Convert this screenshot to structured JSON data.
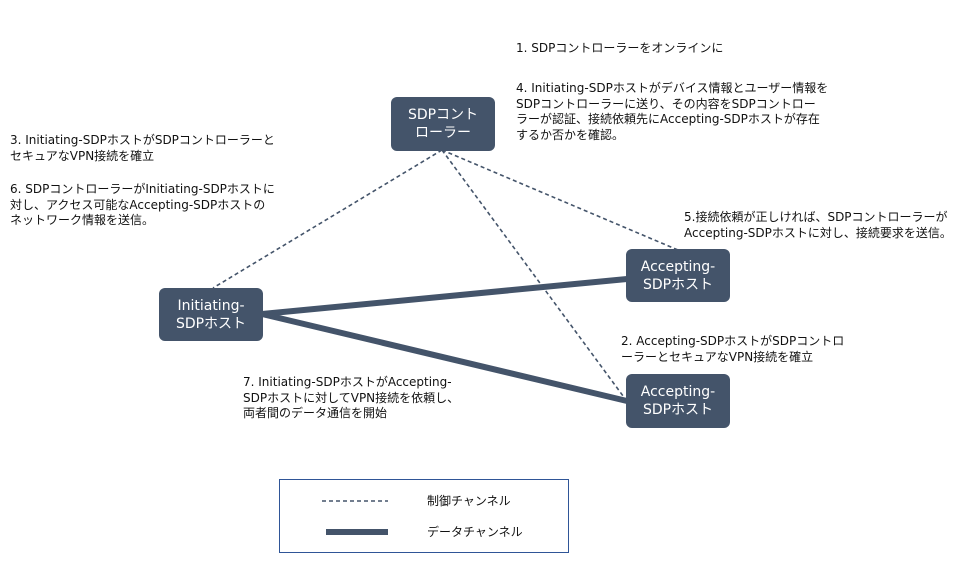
{
  "colors": {
    "node_fill": "#44546a",
    "line": "#44546a",
    "legend_border": "#2f5597"
  },
  "nodes": {
    "controller": "SDPコント\nローラー",
    "initiating": "Initiating-\nSDPホスト",
    "accepting_top": "Accepting-\nSDPホスト",
    "accepting_bottom": "Accepting-\nSDPホスト"
  },
  "notes": {
    "step1": "1. SDPコントローラーをオンラインに",
    "step4": "4. Initiating-SDPホストがデバイス情報とユーザー情報を\nSDPコントローラーに送り、その内容をSDPコントロー\nラーが認証、接続依頼先にAccepting-SDPホストが存在\nするか否かを確認。",
    "step3": "3. Initiating-SDPホストがSDPコントローラーと\nセキュアなVPN接続を確立",
    "step6": "6. SDPコントローラーがInitiating-SDPホストに\n対し、アクセス可能なAccepting-SDPホストの\nネットワーク情報を送信。",
    "step5": "5.接続依頼が正しければ、SDPコントローラーが\nAccepting-SDPホストに対し、接続要求を送信。",
    "step2": "2. Accepting-SDPホストがSDPコントロ\nーラーとセキュアなVPN接続を確立",
    "step7": "7. Initiating-SDPホストがAccepting-\nSDPホストに対してVPN接続を依頼し、\n両者間のデータ通信を開始"
  },
  "legend": {
    "control_channel": "制御チャンネル",
    "data_channel": "データチャンネル"
  }
}
